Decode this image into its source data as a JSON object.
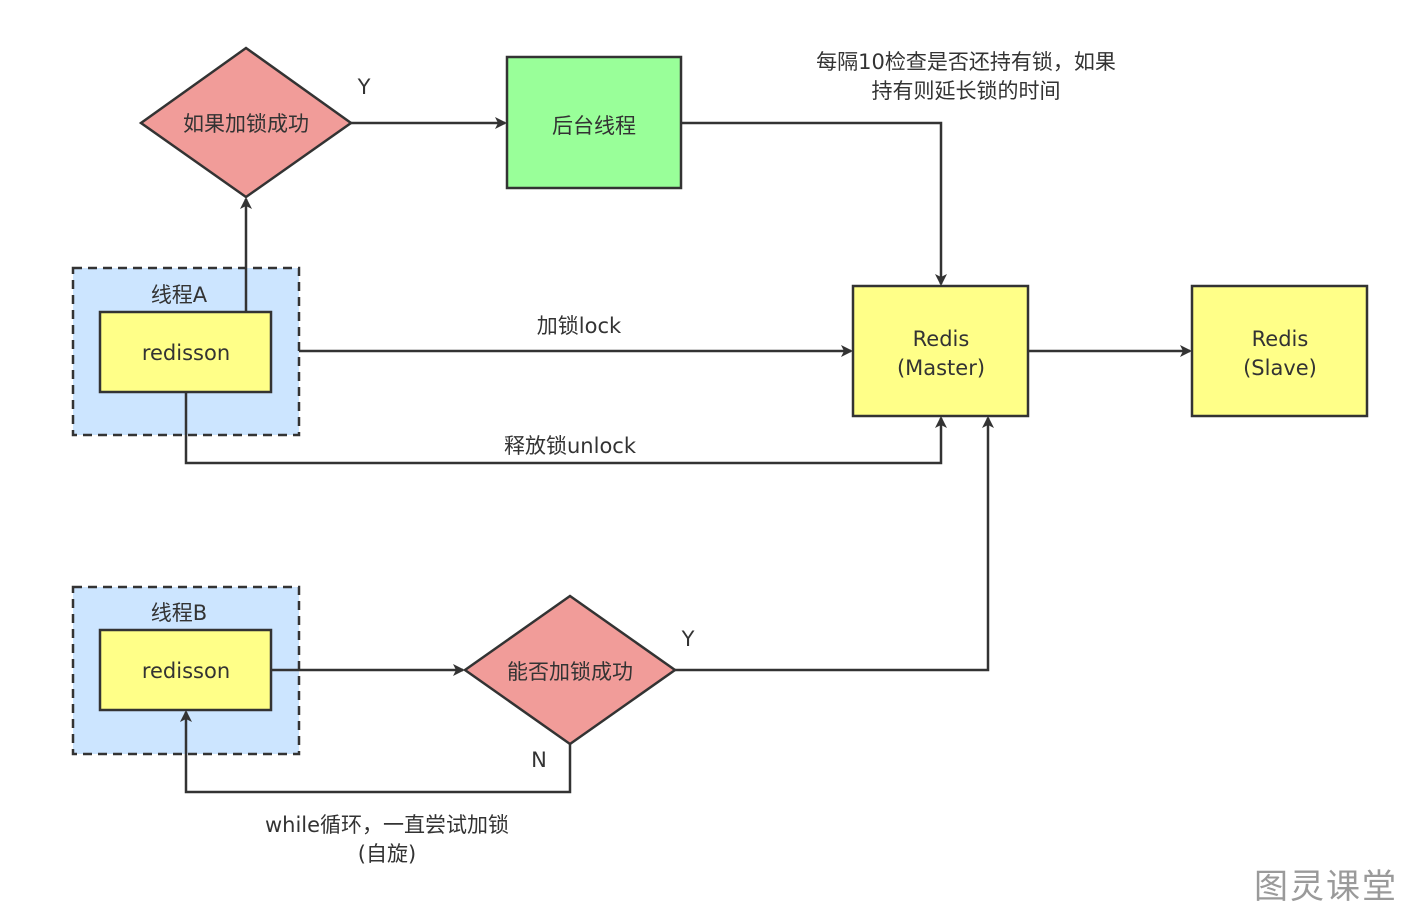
{
  "colors": {
    "stroke": "#333333",
    "thread_fill": "#cce5ff",
    "redisson_fill": "#ffff88",
    "redis_fill": "#ffff88",
    "decision_fill": "#f19c99",
    "background_fill": "#99ff99"
  },
  "thread_a": {
    "title": "线程A",
    "client": "redisson"
  },
  "thread_b": {
    "title": "线程B",
    "client": "redisson"
  },
  "decision_top": {
    "text": "如果加锁成功",
    "yes": "Y"
  },
  "background_thread": {
    "text": "后台线程"
  },
  "renew_note": {
    "line1": "每隔10检查是否还持有锁，如果",
    "line2": "持有则延长锁的时间"
  },
  "redis_master": {
    "line1": "Redis",
    "line2": "(Master)"
  },
  "redis_slave": {
    "line1": "Redis",
    "line2": "(Slave)"
  },
  "edges": {
    "lock": "加锁lock",
    "unlock": "释放锁unlock"
  },
  "decision_bottom": {
    "text": "能否加锁成功",
    "yes": "Y",
    "no": "N"
  },
  "spin_note": {
    "line1": "while循环，一直尝试加锁",
    "line2": "(自旋)"
  },
  "watermark": "图灵课堂"
}
